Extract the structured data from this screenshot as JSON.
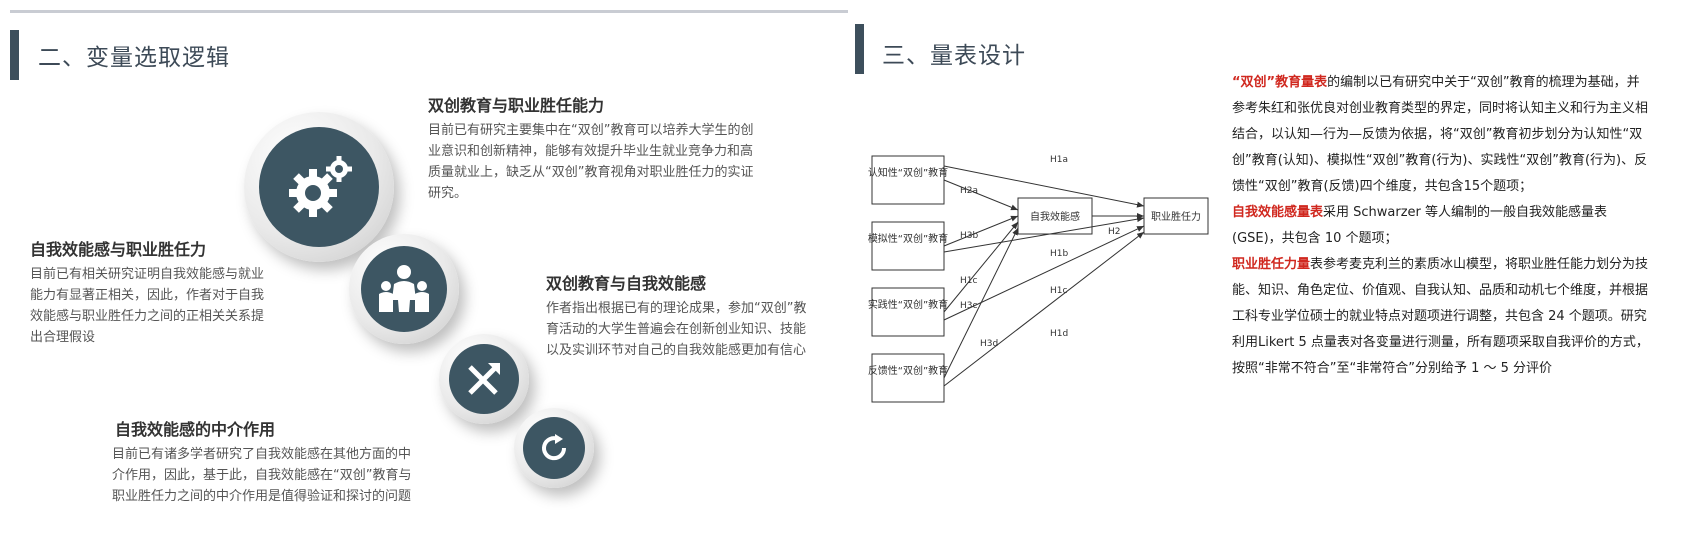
{
  "left": {
    "section_title": "二、变量选取逻辑",
    "blocks": [
      {
        "title": "双创教育与职业胜任能力",
        "text": [
          "目前已有研究主要集中在“双创”教育可以培养大学生的创",
          "业意识和创新精神，能够有效提升毕业生就业竞争力和高",
          "质量就业上，缺乏从“双创”教育视角对职业胜任力的实证",
          "研究。"
        ]
      },
      {
        "title": "自我效能感与职业胜任力",
        "text": [
          "目前已有相关研究证明自我效能感与就业",
          "能力有显著正相关，因此，作者对于自我",
          "效能感与职业胜任力之间的正相关关系提",
          "出合理假设"
        ]
      },
      {
        "title": "双创教育与自我效能感",
        "text": [
          "作者指出根据已有的理论成果，参加“双创”教",
          "育活动的大学生普遍会在创新创业知识、技能",
          "以及实训环节对自己的自我效能感更加有信心"
        ]
      },
      {
        "title": "自我效能感的中介作用",
        "text": [
          "目前已有诸多学者研究了自我效能感在其他方面的中",
          "介作用，因此，基于此，自我效能感在“双创”教育与",
          "职业胜任力之间的中介作用是值得验证和探讨的问题"
        ]
      }
    ],
    "circle_icons": [
      "gears-icon",
      "people-icon",
      "arrows-cross-icon",
      "refresh-icon"
    ]
  },
  "right": {
    "section_title": "三、量表设计",
    "diagram": {
      "boxes_left": [
        "认知性“双创”教育",
        "模拟性“双创”教育",
        "实践性“双创”教育",
        "反馈性“双创”教育"
      ],
      "mediator": "自我效能感",
      "outcome": "职业胜任力",
      "labels": [
        "H1a",
        "H2a",
        "H3b",
        "H1b",
        "H2",
        "H1c",
        "H3c",
        "H1c",
        "H3d",
        "H1d"
      ]
    },
    "paragraphs": [
      {
        "lead": "“双创”教育量表",
        "text": "的编制以已有研究中关于“双创”教育的梳理为基础，并参考朱红和张优良对创业教育类型的界定，同时将认知主义和行为主义相结合，以认知—行为—反馈为依据，将“双创”教育初步划分为认知性“双创”教育(认知)、模拟性“双创”教育(行为)、实践性“双创”教育(行为)、反馈性“双创”教育(反馈)四个维度，共包含15个题项；"
      },
      {
        "lead": "自我效能感量表",
        "text": "采用 Schwarzer 等人编制的一般自我效能感量表(GSE)，共包含 10 个题项；"
      },
      {
        "lead": "职业胜任力量",
        "text": "表参考麦克利兰的素质冰山模型，将职业胜任能力划分为技能、知识、角色定位、价值观、自我认知、品质和动机七个维度，并根据工科专业学位硕士的就业特点对题项进行调整，共包含 24 个题项。研究利用Likert 5 点量表对各变量进行测量，所有题项采取自我评价的方式，按照“非常不符合”至“非常符合”分别给予 1 ～ 5 分评价"
      }
    ]
  }
}
